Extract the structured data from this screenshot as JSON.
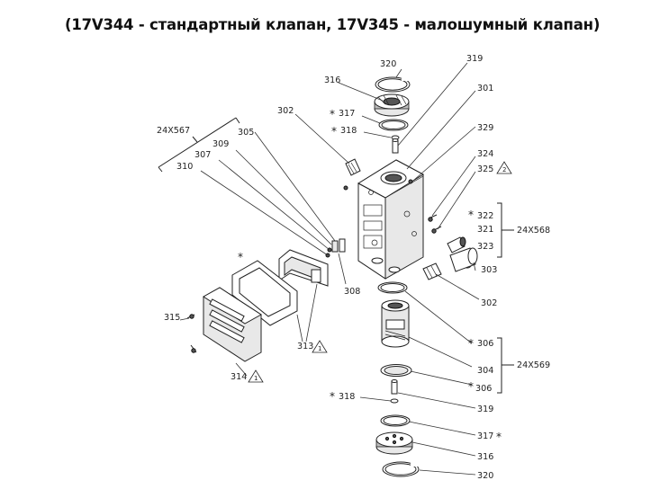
{
  "title": "(17V344 - стандартный клапан, 17V345 - малошумный клапан)",
  "labels": {
    "p320a": "320",
    "p316a": "316",
    "p317a": "317",
    "p318a": "318",
    "p319a": "319",
    "p301": "301",
    "p329": "329",
    "p324": "324",
    "p325": "325",
    "p322": "322",
    "p321": "321",
    "p323": "323",
    "p303": "303",
    "p302a": "302",
    "p302b": "302",
    "p305": "305",
    "p309": "309",
    "p307": "307",
    "p310": "310",
    "p308": "308",
    "p313": "313",
    "p315": "315",
    "p314": "314",
    "p306a": "306",
    "p304": "304",
    "p306b": "306",
    "p318b": "318",
    "p319b": "319",
    "p317b": "317",
    "p316b": "316",
    "p320b": "320",
    "kit567": "24X567",
    "kit568": "24X568",
    "kit569": "24X569"
  },
  "markers": {
    "asterisk": "*",
    "note1": "1",
    "note2": "2"
  }
}
